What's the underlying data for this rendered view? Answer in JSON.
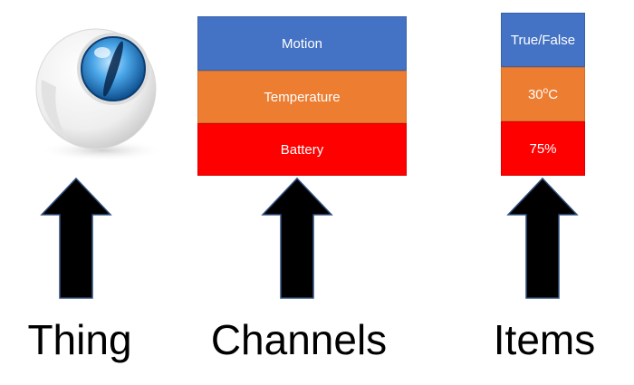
{
  "labels": {
    "thing": "Thing",
    "channels": "Channels",
    "items": "Items"
  },
  "channels": [
    {
      "label": "Motion",
      "color": "#4472c4"
    },
    {
      "label": "Temperature",
      "color": "#ed7d31"
    },
    {
      "label": "Battery",
      "color": "#ff0000"
    }
  ],
  "items": {
    "motion_value": "True/False",
    "temperature_number": "30",
    "temperature_superscript": "o",
    "temperature_unit": "C",
    "battery_value": "75%"
  },
  "icons": {
    "thing_image": "motion-sensor-icon",
    "arrow": "up-arrow-icon"
  }
}
